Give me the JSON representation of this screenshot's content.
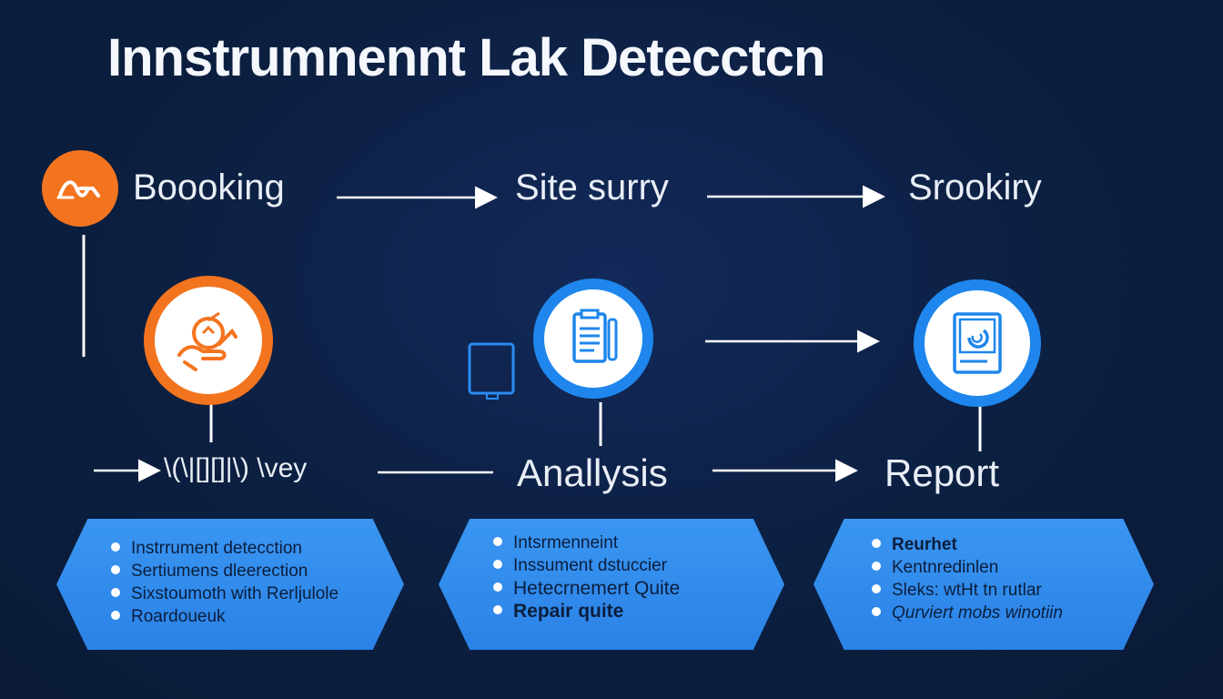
{
  "title": "Innstrumnennt Lak Detecctcn",
  "steps_top": [
    {
      "label": "Boooking"
    },
    {
      "label": "Site surry"
    },
    {
      "label": "Srookiry"
    }
  ],
  "steps_middle": [
    {
      "label": "\\(\\|[][]|\\) \\vey"
    },
    {
      "label": "Anallysis"
    },
    {
      "label": "Report"
    }
  ],
  "panels": [
    {
      "items": [
        "Instrrument detecction",
        "Sertiumens dleerection",
        "Sixstoumoth with Rerljulole",
        "Roardoueuk"
      ]
    },
    {
      "items": [
        "Intsrmenneint",
        "Inssument dstuccier",
        "Hetecrnemert Quite",
        "Repair quite"
      ]
    },
    {
      "items": [
        "Reurhet",
        "Kentnredinlen",
        "Sleks: wtHt tn rutlar",
        "Qurviert mobs winotiin"
      ]
    }
  ],
  "colors": {
    "background": "#0d2244",
    "orange": "#f3741f",
    "blue": "#1e86ec",
    "panel": "#2f8bee"
  },
  "icons": [
    "handshake-icon",
    "hand-coin-icon",
    "tablet-icon",
    "clipboard-icon",
    "analysis-chart-icon"
  ]
}
